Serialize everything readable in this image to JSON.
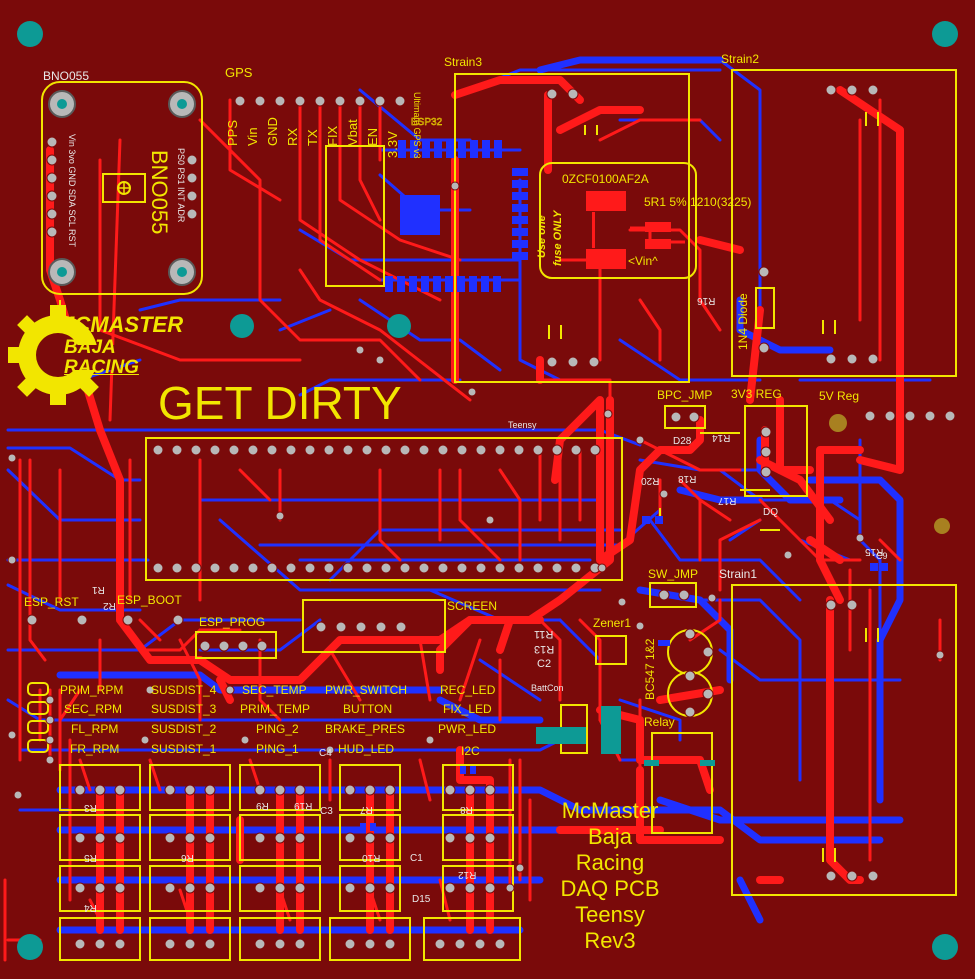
{
  "board": {
    "slogan": "GET DIRTY",
    "logo": {
      "line1": "MCMASTER",
      "line2": "BAJA",
      "line3": "RACING"
    },
    "title_block": [
      "McMaster",
      "Baja",
      "Racing",
      "DAQ PCB",
      "Teensy",
      "Rev3"
    ]
  },
  "modules": {
    "bno055": {
      "label": "BNO055",
      "chip_text": "BNO055",
      "pins_left": "Vin 3vo GND SDA SCL RST",
      "pins_right": "PS0 PS1 INT ADR"
    },
    "gps": {
      "label": "GPS",
      "pins": [
        "PPS",
        "Vin",
        "GND",
        "RX",
        "TX",
        "FIX",
        "Vbat",
        "EN",
        "3.3V"
      ],
      "module_text": "Ultimate GPS v3",
      "esp_text": "ESP32"
    },
    "strain3": {
      "label": "Strain3"
    },
    "strain2": {
      "label": "Strain2"
    },
    "strain1": {
      "label": "Strain1"
    },
    "fuse": {
      "part": "0ZCF0100AF2A",
      "note_line1": "Use one",
      "note_line2": "fuse ONLY",
      "resistor": "5R1 5% 1210(3225)",
      "vin": "<Vin^"
    },
    "teensy": {
      "label": "Teensy"
    },
    "diode": {
      "label": "1N4 Diode",
      "ref": "R16"
    },
    "bpc_jmp": {
      "label": "BPC_JMP"
    },
    "reg3v3": {
      "label": "3V3 REG"
    },
    "reg5v": {
      "label": "5V Reg"
    },
    "sw_jmp": {
      "label": "SW_JMP"
    },
    "zener": {
      "label": "Zener1"
    },
    "bc547": {
      "label": "BC547 1&2"
    },
    "relay": {
      "label": "Relay"
    },
    "battcon": {
      "label": "BattCon"
    },
    "screen": {
      "label": "SCREEN"
    },
    "esp_prog": {
      "label": "ESP_PROG"
    },
    "esp_rst": {
      "label": "ESP_RST"
    },
    "esp_boot": {
      "label": "ESP_BOOT"
    },
    "i2c": {
      "label": "I2C"
    }
  },
  "refs": {
    "r1": "R1",
    "r2": "R2",
    "r3": "R3",
    "r4": "R4",
    "r5": "R5",
    "r6": "R6",
    "r7": "R7",
    "r8": "R8",
    "r9": "R9",
    "r10": "R10",
    "r11": "R11",
    "r12": "R12",
    "r13": "R13",
    "r14": "R14",
    "r15": "R15",
    "r17": "R17",
    "r18": "R18",
    "r19": "R19",
    "r20": "R20",
    "d28": "D28",
    "dq": "DQ",
    "d15": "D15",
    "c1": "C1",
    "c2": "C2",
    "c3": "C3",
    "c4": "C4",
    "c9": "C9"
  },
  "connector_labels": {
    "col1": [
      "PRIM_RPM",
      "SEC_RPM",
      "FL_RPM",
      "FR_RPM"
    ],
    "col2": [
      "SUSDIST_4",
      "SUSDIST_3",
      "SUSDIST_2",
      "SUSDIST_1"
    ],
    "col3": [
      "SEC_TEMP",
      "PRIM_TEMP",
      "PING_2",
      "PING_1"
    ],
    "col4": [
      "PWR_SWITCH",
      "BUTTON",
      "BRAKE_PRES",
      "HUD_LED"
    ],
    "col5": [
      "REC_LED",
      "FIX_LED",
      "PWR_LED"
    ]
  },
  "colors": {
    "board": "#7a0a0a",
    "top_copper": "#ff1a1a",
    "bottom_copper": "#2030ff",
    "silkscreen": "#f2e600",
    "pad": "#b8b8b8",
    "mount_hole": "#0d9a95"
  }
}
